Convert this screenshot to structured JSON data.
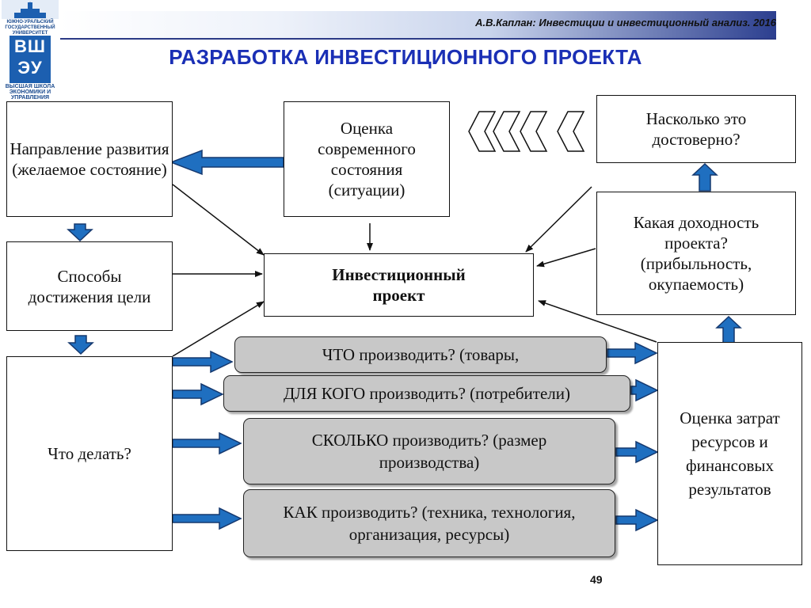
{
  "header": {
    "subtitle": "А.В.Каплан: Инвестиции и инвестиционный анализ. 2016",
    "band_color": "#2c3f8f"
  },
  "logo": {
    "top_text": "ЮЖНО-УРАЛЬСКИЙ ГОСУДАРСТВЕННЫЙ УНИВЕРСИТЕТ",
    "mark_text": "ВШ ЭУ",
    "bottom_text": "ВЫСШАЯ ШКОЛА ЭКОНОМИКИ И УПРАВЛЕНИЯ",
    "color": "#1c5fb0"
  },
  "slide": {
    "title": "РАЗРАБОТКА ИНВЕСТИЦИОННОГО ПРОЕКТА",
    "page_number": "49",
    "title_color": "#1a2fb5"
  },
  "boxes": {
    "direction": "Направление развития (желаемое состояние)",
    "assessment": "Оценка современного состояния (ситуации)",
    "reliability": "Насколько это достоверно?",
    "profitability": "Какая доходность проекта? (прибыльность, окупаемость)",
    "methods": "Способы достижения цели",
    "project": "Инвестиционный проект",
    "what_to_do": "Что делать?",
    "costs": "Оценка затрат ресурсов и финансовых результатов"
  },
  "questions": {
    "what": "ЧТО производить? (товары,",
    "for_whom": "ДЛЯ КОГО производить? (потребители)",
    "how_much": "СКОЛЬКО производить? (размер производства)",
    "how": "КАК производить? (техника, технология, организация, ресурсы)"
  },
  "colors": {
    "arrow_fill": "#1f6fc0",
    "arrow_stroke": "#15386e",
    "question_fill": "#c8c8c8"
  }
}
